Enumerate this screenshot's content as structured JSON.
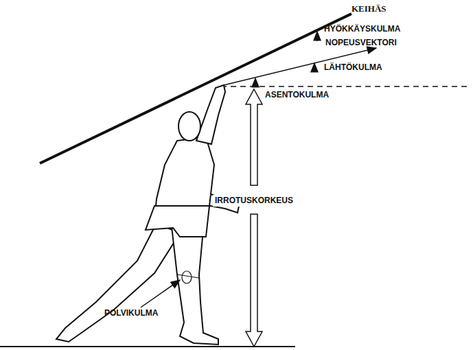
{
  "diagram": {
    "labels": [
      "KEIHÄS",
      "HYÖKKÄYSKULMA",
      "NOPEUSVEKTORI",
      "LÄHTÖKULMA",
      "ASENTOKULMA",
      "IRROTUSKORKEUS",
      "POLVIKULMA"
    ]
  }
}
